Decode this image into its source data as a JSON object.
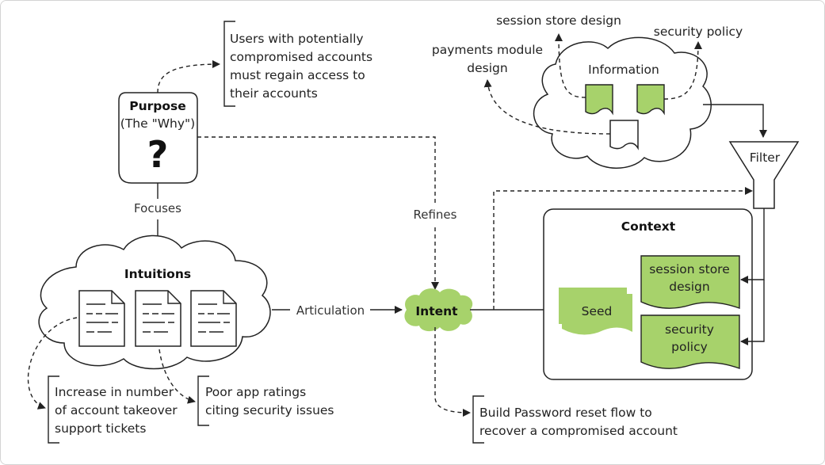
{
  "purpose": {
    "title": "Purpose",
    "subtitle": "(The \"Why\")",
    "symbol": "?"
  },
  "purpose_note": [
    "Users with potentially",
    "compromised accounts",
    "must regain access to",
    "their accounts"
  ],
  "intuitions": {
    "title": "Intuitions"
  },
  "intuition_notes": {
    "left": [
      "Increase in number",
      "of account takeover",
      "support tickets"
    ],
    "right": [
      "Poor app ratings",
      "citing security issues"
    ]
  },
  "edges": {
    "focuses": "Focuses",
    "articulation": "Articulation",
    "refines": "Refines"
  },
  "intent": {
    "title": "Intent"
  },
  "intent_note": [
    "Build Password reset flow  to",
    "recover a compromised account"
  ],
  "information": {
    "title": "Information",
    "sources": {
      "session_store": "session store design",
      "security_policy": "security policy",
      "payments": [
        "payments module",
        "design"
      ]
    }
  },
  "filter": {
    "label": "Filter"
  },
  "context": {
    "title": "Context",
    "seed": "Seed",
    "doc1": [
      "session store",
      "design"
    ],
    "doc2": [
      "security",
      "policy"
    ]
  },
  "colors": {
    "accent_green": "#a7d26b",
    "stroke": "#222222"
  }
}
